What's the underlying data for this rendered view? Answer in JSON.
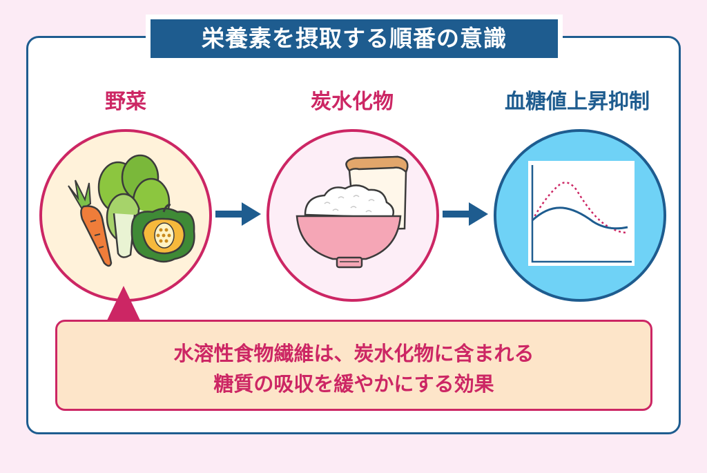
{
  "title": "栄養素を摂取する順番の意識",
  "steps": [
    {
      "label": "野菜",
      "icon": "vegetables-icon"
    },
    {
      "label": "炭水化物",
      "icon": "rice-bread-icon"
    },
    {
      "label": "血糖値上昇抑制",
      "icon": "blood-sugar-graph-icon"
    }
  ],
  "callout": {
    "line1": "水溶性食物繊維は、炭水化物に含まれる",
    "line2": "糖質の吸収を緩やかにする効果"
  },
  "colors": {
    "navy": "#1e5c8f",
    "pink": "#cc2664",
    "background": "#fcebf5",
    "callout_fill": "#fde5c9",
    "graph_bg": "#6fd2f6"
  }
}
